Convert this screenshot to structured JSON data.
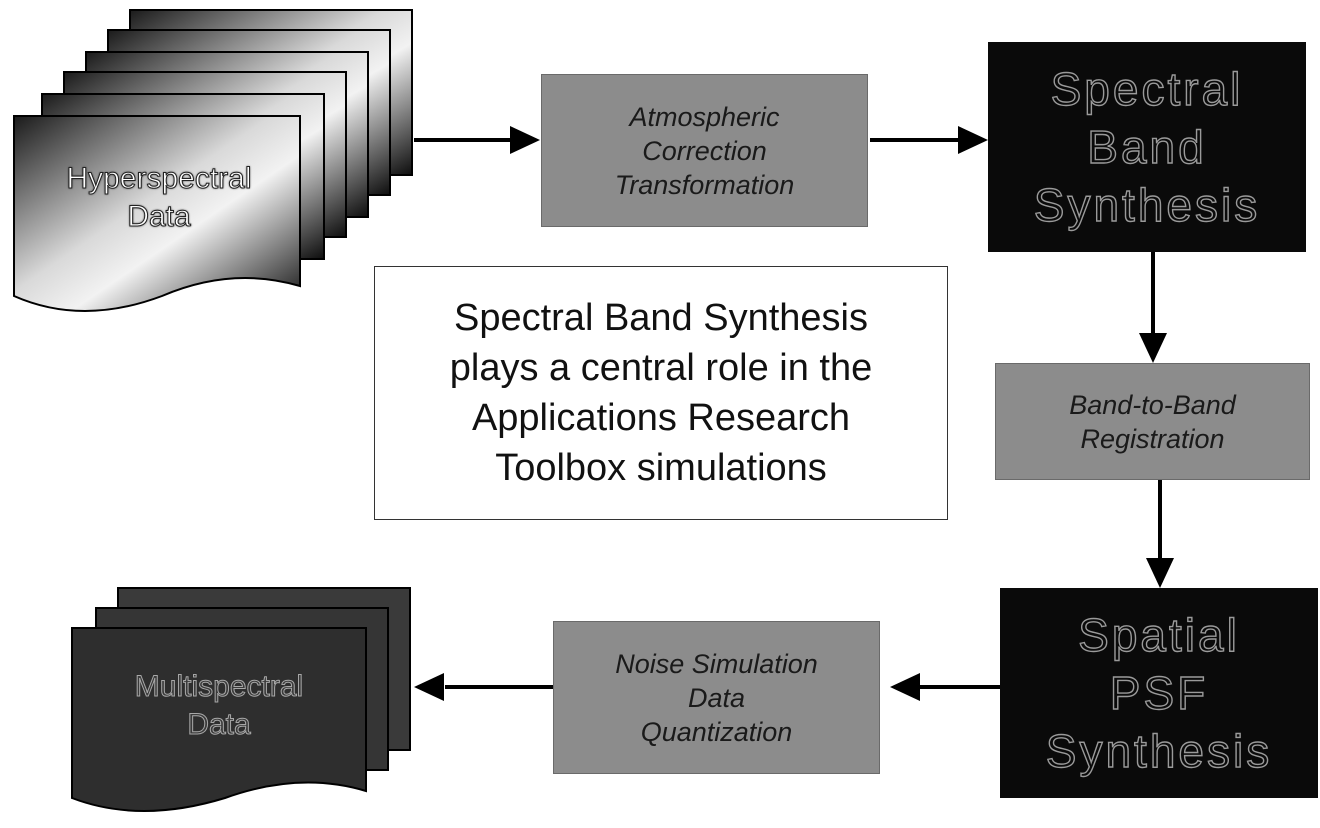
{
  "diagram": {
    "inputs": {
      "hyperspectral_label": "Hyperspectral\nData"
    },
    "outputs": {
      "multispectral_label": "Multispectral\nData"
    },
    "steps": {
      "atmospheric": "Atmospheric\nCorrection\nTransformation",
      "spectral_band": "Spectral\nBand\nSynthesis",
      "band_to_band": "Band-to-Band\nRegistration",
      "spatial_psf": "Spatial\nPSF\nSynthesis",
      "noise": "Noise Simulation\nData\nQuantization"
    },
    "callout": "Spectral Band Synthesis\nplays a central role in the\nApplications Research\nToolbox simulations",
    "colors": {
      "process_box": "#8c8c8c",
      "key_box": "#0a0a0a",
      "arrow": "#000000"
    }
  }
}
